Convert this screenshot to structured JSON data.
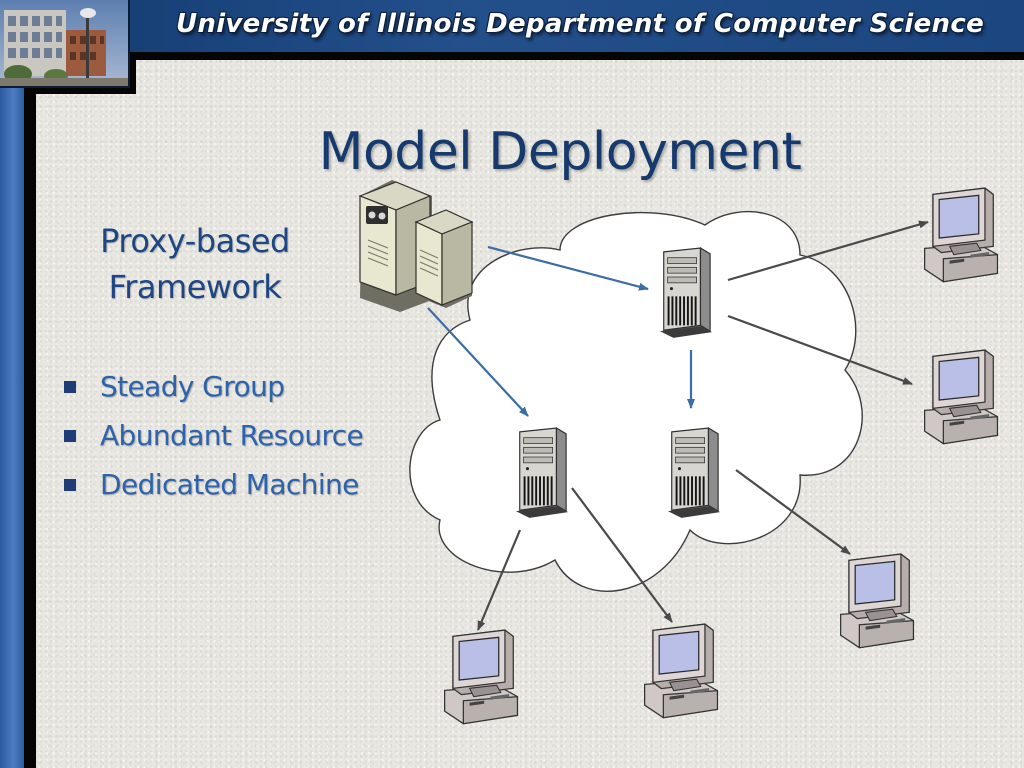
{
  "header": {
    "title": "University of Illinois Department of Computer Science"
  },
  "slide": {
    "title": "Model Deployment",
    "subtitle_line1": "Proxy-based",
    "subtitle_line2": "Framework",
    "bullets": [
      "Steady Group",
      "Abundant Resource",
      "Dedicated Machine"
    ]
  },
  "colors": {
    "title": "#163a6d",
    "bullet_text": "#2d63aa",
    "header_bg": "#1b467f",
    "arrow_blue": "#3d6da5",
    "arrow_gray": "#4a4a4a"
  },
  "diagram": {
    "nodes": [
      "proxy-server-icon",
      "server-tower-icon",
      "client-computer-icon"
    ],
    "cloud": "network-cloud"
  }
}
